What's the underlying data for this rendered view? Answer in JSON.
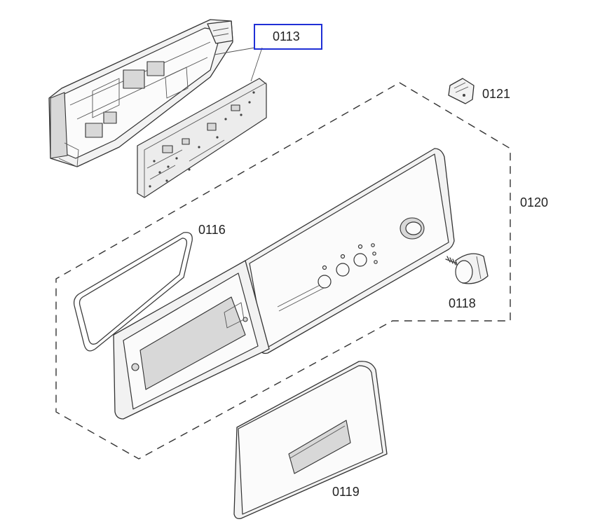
{
  "labels": {
    "p0113": "0113",
    "p0116": "0116",
    "p0118": "0118",
    "p0119": "0119",
    "p0120": "0120",
    "p0121": "0121"
  },
  "highlight": {
    "part": "0113",
    "color": "#1f2fd6"
  }
}
